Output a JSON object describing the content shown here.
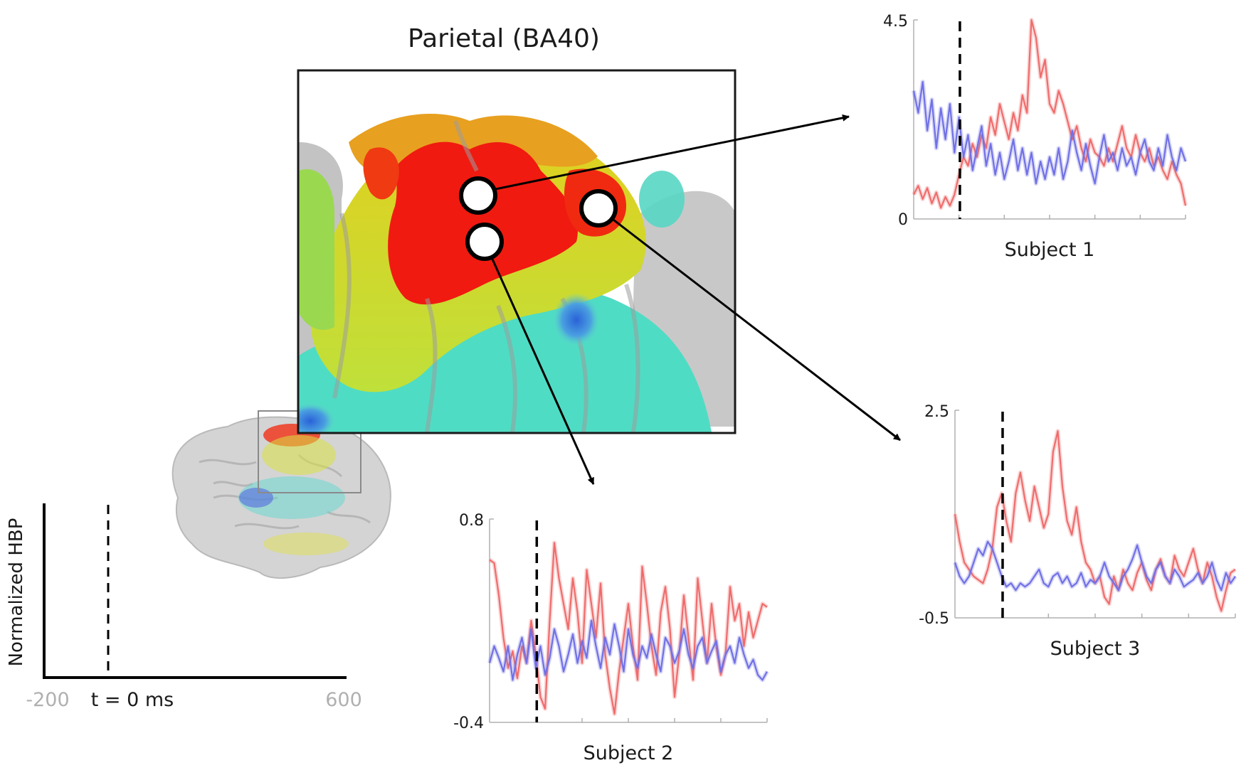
{
  "figure": {
    "region_title": "Parietal (BA40)",
    "colors": {
      "condition_a": "#ef6c6c",
      "condition_b": "#7070e6",
      "tick_gray": "#b0b0b0"
    }
  },
  "schematic_axis": {
    "ylabel": "Normalized HBP",
    "x_min_label": "-200",
    "x_max_label": "600",
    "onset_label": "t = 0 ms"
  },
  "chart_data": [
    {
      "type": "line",
      "name": "subject-1",
      "xlabel": "Subject 1",
      "ylim": [
        0,
        4.5
      ],
      "y_tick_labels": [
        "4.5",
        "0"
      ],
      "onset_x": 0.17,
      "series": [
        {
          "color": "#ef6c6c",
          "values": [
            0.55,
            0.75,
            0.45,
            0.7,
            0.35,
            0.6,
            0.25,
            0.5,
            0.3,
            0.55,
            1.0,
            1.4,
            1.2,
            1.7,
            1.4,
            1.9,
            1.6,
            2.3,
            1.9,
            2.6,
            2.2,
            1.8,
            2.4,
            2.0,
            2.8,
            2.4,
            4.5,
            4.1,
            3.2,
            3.6,
            2.6,
            2.4,
            2.9,
            2.6,
            2.2,
            1.8,
            2.1,
            1.6,
            1.3,
            1.8,
            1.5,
            1.4,
            1.2,
            1.6,
            1.3,
            1.7,
            2.1,
            1.6,
            1.4,
            1.9,
            1.5,
            1.3,
            1.6,
            1.2,
            1.4,
            1.1,
            0.9,
            1.3,
            1.0,
            0.8,
            0.3
          ]
        },
        {
          "color": "#7070e6",
          "values": [
            2.9,
            2.4,
            3.1,
            2.0,
            2.7,
            1.6,
            2.5,
            1.8,
            2.6,
            1.5,
            2.3,
            1.4,
            1.9,
            1.1,
            1.6,
            2.1,
            1.2,
            1.7,
            1.0,
            1.5,
            0.9,
            1.3,
            1.8,
            1.1,
            1.6,
            1.0,
            1.5,
            0.8,
            1.3,
            0.9,
            1.4,
            1.0,
            1.6,
            0.9,
            1.3,
            2.0,
            1.5,
            1.1,
            1.7,
            1.2,
            0.8,
            1.4,
            1.9,
            1.3,
            1.5,
            1.1,
            1.6,
            1.2,
            1.4,
            1.0,
            1.5,
            1.8,
            1.3,
            1.1,
            1.6,
            1.2,
            1.9,
            1.4,
            1.1,
            1.6,
            1.3
          ]
        }
      ]
    },
    {
      "type": "line",
      "name": "subject-2",
      "xlabel": "Subject 2",
      "ylim": [
        -0.4,
        0.8
      ],
      "y_tick_labels": [
        "0.8",
        "-0.4"
      ],
      "onset_x": 0.17,
      "series": [
        {
          "color": "#ef6c6c",
          "values": [
            0.56,
            0.54,
            0.35,
            0.1,
            -0.08,
            0.02,
            -0.14,
            0.05,
            -0.05,
            0.2,
            0.0,
            -0.25,
            -0.32,
            0.2,
            0.66,
            0.45,
            0.3,
            0.15,
            0.45,
            0.25,
            -0.05,
            0.5,
            0.3,
            0.1,
            0.42,
            0.0,
            -0.2,
            -0.35,
            -0.1,
            0.1,
            0.3,
            0.05,
            -0.15,
            0.52,
            0.3,
            0.05,
            -0.12,
            0.25,
            0.4,
            0.15,
            -0.25,
            0.0,
            0.35,
            0.1,
            -0.15,
            0.45,
            0.2,
            -0.05,
            0.3,
            0.05,
            -0.12,
            0.0,
            0.4,
            0.2,
            0.3,
            0.05,
            0.25,
            0.1,
            0.2,
            0.3,
            0.28
          ]
        },
        {
          "color": "#7070e6",
          "values": [
            -0.05,
            0.05,
            -0.02,
            -0.1,
            0.05,
            -0.15,
            0.0,
            0.1,
            -0.05,
            0.15,
            -0.08,
            0.05,
            -0.12,
            -0.02,
            0.15,
            0.05,
            -0.1,
            0.0,
            0.12,
            -0.05,
            0.08,
            -0.02,
            0.2,
            0.05,
            -0.08,
            0.1,
            0.0,
            0.18,
            0.05,
            -0.1,
            0.15,
            0.0,
            -0.08,
            0.05,
            -0.02,
            0.12,
            0.0,
            -0.1,
            0.1,
            0.05,
            -0.05,
            0.02,
            0.15,
            0.0,
            -0.08,
            0.05,
            0.1,
            -0.05,
            0.02,
            0.08,
            -0.1,
            0.0,
            0.05,
            -0.05,
            0.1,
            0.0,
            -0.08,
            -0.03,
            -0.12,
            -0.15,
            -0.1
          ]
        }
      ]
    },
    {
      "type": "line",
      "name": "subject-3",
      "xlabel": "Subject 3",
      "ylim": [
        -0.5,
        2.5
      ],
      "y_tick_labels": [
        "2.5",
        "-0.5"
      ],
      "onset_x": 0.17,
      "series": [
        {
          "color": "#ef6c6c",
          "values": [
            1.0,
            0.6,
            0.3,
            0.2,
            0.1,
            0.05,
            0.0,
            0.2,
            0.5,
            1.1,
            1.3,
            0.9,
            0.6,
            1.3,
            1.6,
            1.2,
            0.9,
            1.4,
            1.1,
            0.8,
            1.0,
            1.9,
            2.2,
            1.4,
            0.9,
            0.7,
            1.1,
            0.6,
            0.3,
            0.2,
            0.0,
            0.1,
            -0.2,
            -0.3,
            0.1,
            -0.1,
            0.2,
            0.0,
            -0.1,
            0.15,
            0.3,
            0.05,
            -0.1,
            0.2,
            0.35,
            0.1,
            0.0,
            0.4,
            0.2,
            0.1,
            0.3,
            0.5,
            0.2,
            0.0,
            0.3,
            0.1,
            -0.2,
            -0.4,
            -0.1,
            0.15,
            0.2
          ]
        },
        {
          "color": "#7070e6",
          "values": [
            0.3,
            0.1,
            0.0,
            0.1,
            0.3,
            0.5,
            0.4,
            0.6,
            0.5,
            0.3,
            0.1,
            -0.05,
            0.0,
            -0.1,
            0.0,
            -0.05,
            0.0,
            0.1,
            0.2,
            0.0,
            -0.05,
            0.1,
            0.15,
            0.0,
            0.1,
            -0.05,
            0.0,
            0.15,
            -0.05,
            0.05,
            0.0,
            0.1,
            0.3,
            0.1,
            0.0,
            -0.1,
            0.1,
            0.2,
            0.35,
            0.55,
            0.3,
            0.1,
            0.0,
            0.2,
            0.3,
            0.1,
            0.0,
            0.2,
            0.1,
            -0.05,
            0.0,
            0.05,
            0.15,
            0.0,
            0.1,
            0.3,
            0.05,
            -0.1,
            0.15,
            0.0,
            0.1
          ]
        }
      ]
    }
  ]
}
